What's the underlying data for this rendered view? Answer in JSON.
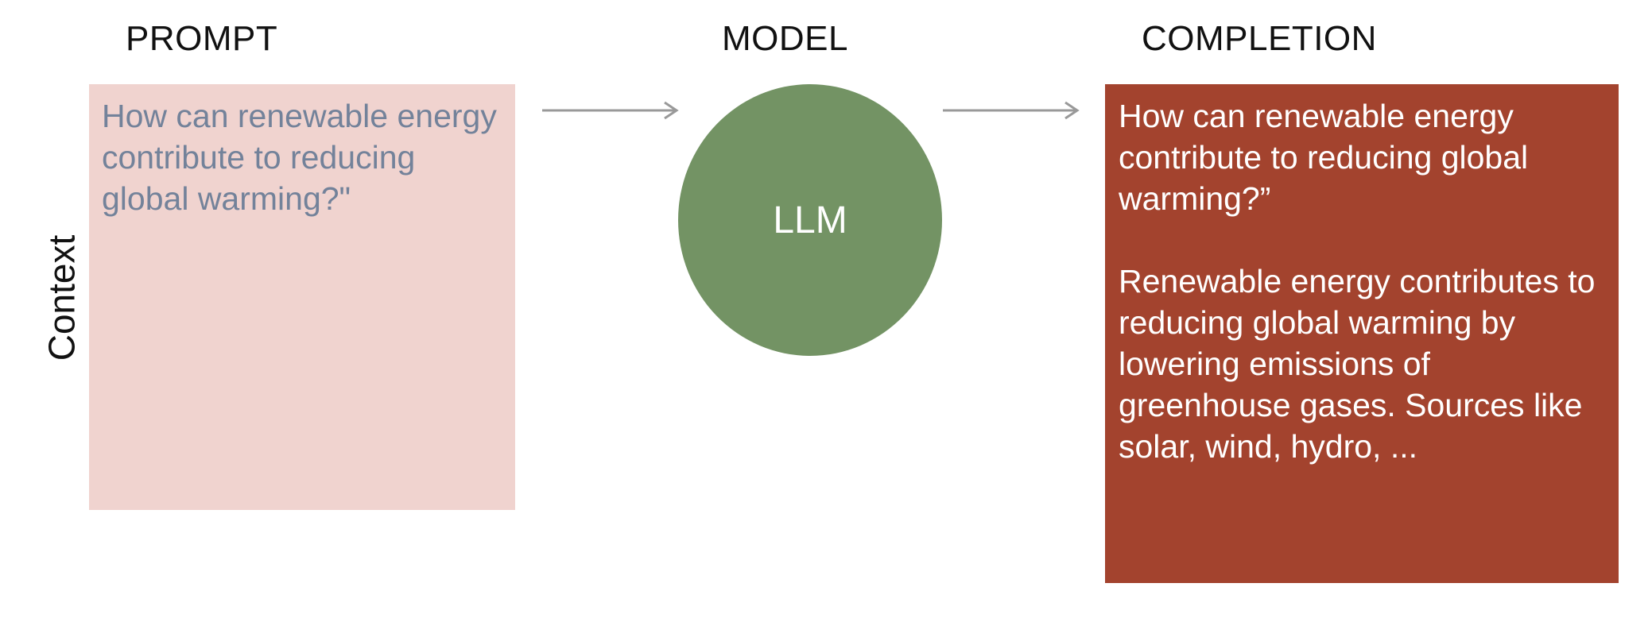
{
  "headings": {
    "prompt": "PROMPT",
    "model": "MODEL",
    "completion": "COMPLETION"
  },
  "side_label": "Context",
  "prompt_box": {
    "text": "How can renewable energy contribute to reducing global warming?\""
  },
  "model_node": {
    "label": "LLM"
  },
  "completion_box": {
    "question": "How can renewable energy contribute to reducing global warming?”",
    "answer": "Renewable energy contributes to reducing global warming by lowering emissions of greenhouse gases. Sources like solar, wind, hydro, ..."
  },
  "colors": {
    "prompt_fill": "#f0d3cf",
    "prompt_text": "#73829a",
    "model_fill": "#739364",
    "completion_fill": "#a3432e",
    "arrow": "#999999"
  },
  "connectors": [
    {
      "from": "prompt_box",
      "to": "model_node"
    },
    {
      "from": "model_node",
      "to": "completion_box"
    }
  ]
}
